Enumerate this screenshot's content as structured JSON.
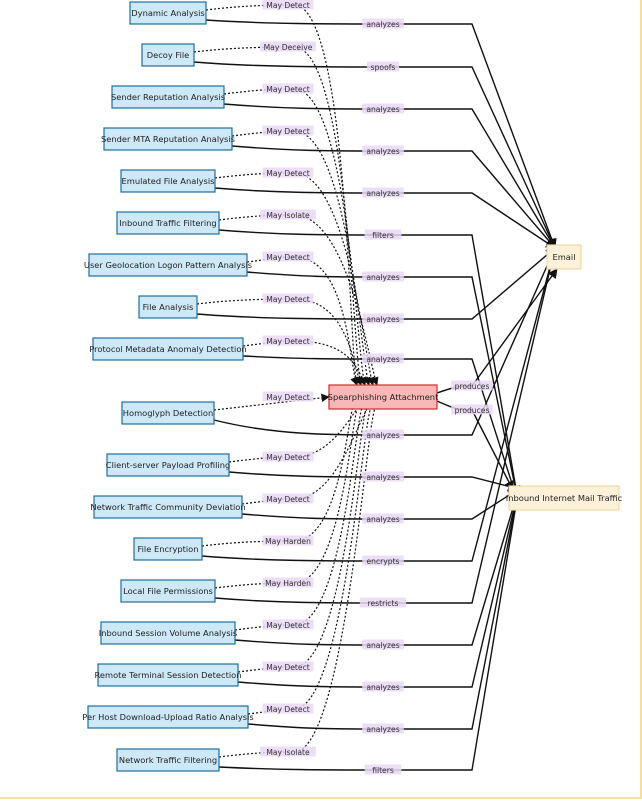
{
  "colors": {
    "technique_fill": "#cde8f7",
    "technique_stroke": "#1f6e9c",
    "attack_fill": "#f8b8b8",
    "attack_stroke": "#d22d2d",
    "artifact_fill": "#fdf1da",
    "artifact_stroke": "#f0d8a6",
    "edge_label_bg": "#e9d8f4",
    "line": "#111111"
  },
  "attack": {
    "label": "Spearphishing Attachment"
  },
  "artifacts": [
    {
      "id": "email",
      "label": "Email"
    },
    {
      "id": "imt",
      "label": "Inbound Internet Mail Traffic"
    }
  ],
  "techniques": [
    {
      "label": "Dynamic Analysis",
      "rel": "May Detect",
      "verb": "analyzes",
      "target": "email"
    },
    {
      "label": "Decoy File",
      "rel": "May Deceive",
      "verb": "spoofs",
      "target": "email"
    },
    {
      "label": "Sender Reputation Analysis",
      "rel": "May Detect",
      "verb": "analyzes",
      "target": "email"
    },
    {
      "label": "Sender MTA Reputation Analysis",
      "rel": "May Detect",
      "verb": "analyzes",
      "target": "email"
    },
    {
      "label": "Emulated File Analysis",
      "rel": "May Detect",
      "verb": "analyzes",
      "target": "email"
    },
    {
      "label": "Inbound Traffic Filtering",
      "rel": "May Isolate",
      "verb": "filters",
      "target": "imt"
    },
    {
      "label": "User Geolocation Logon Pattern Analysis",
      "rel": "May Detect",
      "verb": "analyzes",
      "target": "imt"
    },
    {
      "label": "File Analysis",
      "rel": "May Detect",
      "verb": "analyzes",
      "target": "email"
    },
    {
      "label": "Protocol Metadata Anomaly Detection",
      "rel": "May Detect",
      "verb": "analyzes",
      "target": "imt"
    },
    {
      "label": "Homoglyph Detection",
      "rel": "May Detect",
      "verb": "analyzes",
      "target": "email"
    },
    {
      "label": "Client-server Payload Profiling",
      "rel": "May Detect",
      "verb": "analyzes",
      "target": "imt"
    },
    {
      "label": "Network Traffic Community Deviation",
      "rel": "May Detect",
      "verb": "analyzes",
      "target": "imt"
    },
    {
      "label": "File Encryption",
      "rel": "May Harden",
      "verb": "encrypts",
      "target": "email"
    },
    {
      "label": "Local File Permissions",
      "rel": "May Harden",
      "verb": "restricts",
      "target": "email"
    },
    {
      "label": "Inbound Session Volume Analysis",
      "rel": "May Detect",
      "verb": "analyzes",
      "target": "imt"
    },
    {
      "label": "Remote Terminal Session Detection",
      "rel": "May Detect",
      "verb": "analyzes",
      "target": "imt"
    },
    {
      "label": "Per Host Download-Upload Ratio Analysis",
      "rel": "May Detect",
      "verb": "analyzes",
      "target": "imt"
    },
    {
      "label": "Network Traffic Filtering",
      "rel": "May Isolate",
      "verb": "filters",
      "target": "imt"
    }
  ],
  "produces": [
    {
      "label": "produces",
      "target": "email"
    },
    {
      "label": "produces",
      "target": "imt"
    }
  ]
}
